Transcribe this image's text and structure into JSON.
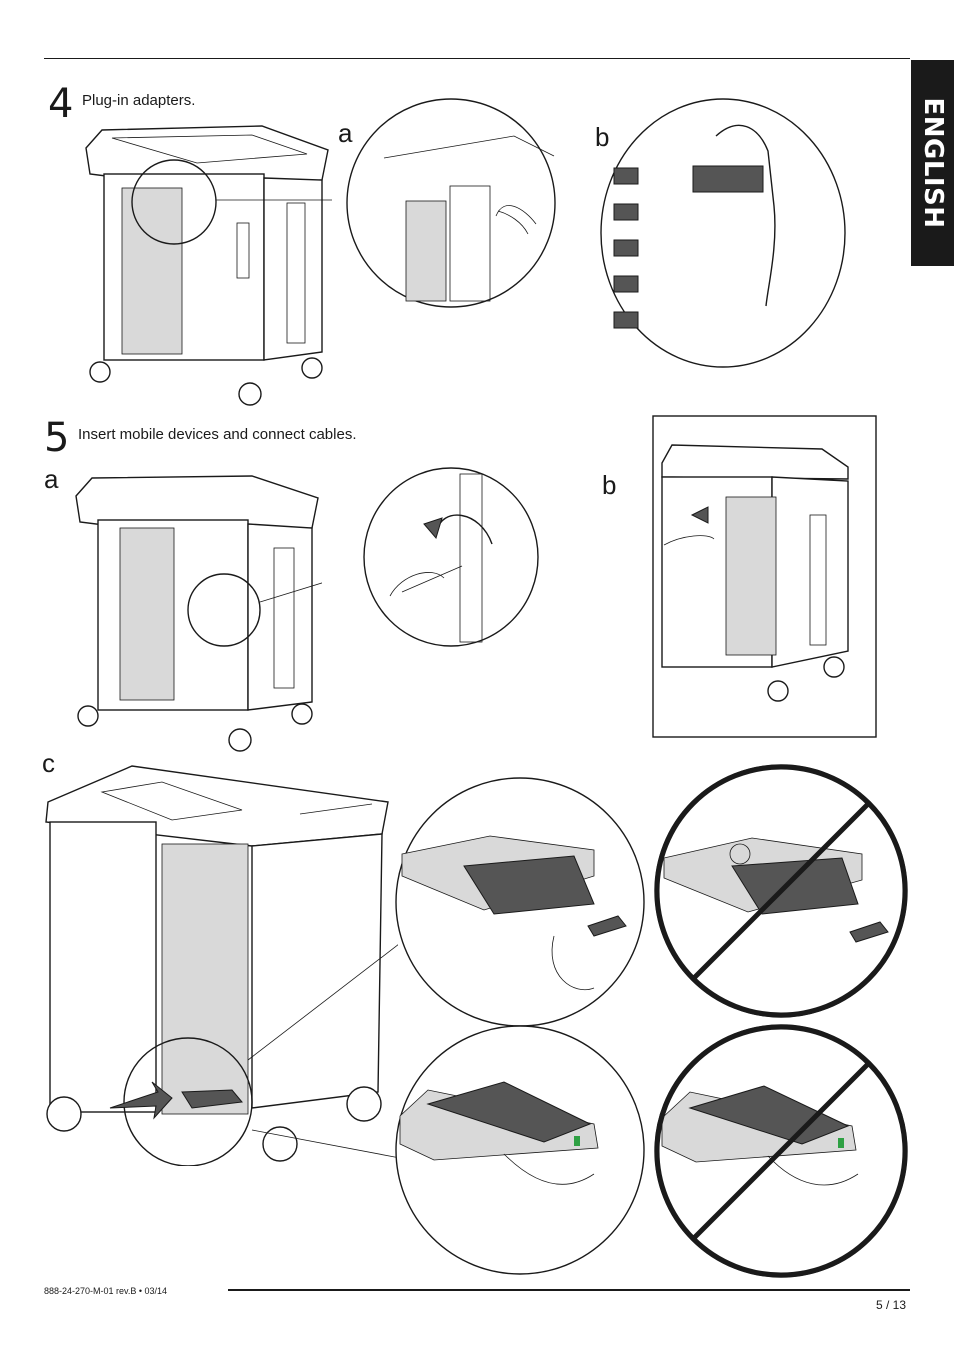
{
  "language_tab": "ENGLISH",
  "step4": {
    "number": "4",
    "text": "Plug-in adapters.",
    "sub_a": "a",
    "sub_b": "b"
  },
  "step5": {
    "number": "5",
    "text": "Insert mobile devices and connect cables.",
    "sub_a": "a",
    "sub_b": "b",
    "sub_c": "c"
  },
  "footer": {
    "doc_code": "888-24-270-M-01 rev.B • 03/14",
    "page": "5 / 13"
  },
  "colors": {
    "ink": "#1a1a1a",
    "device": "#555555",
    "indicator": "#2ea043"
  },
  "icons": [
    "hand-icon",
    "arrow-icon",
    "curved-arrow-icon",
    "prohibited-icon",
    "screwdriver-icon",
    "cable-icon"
  ]
}
